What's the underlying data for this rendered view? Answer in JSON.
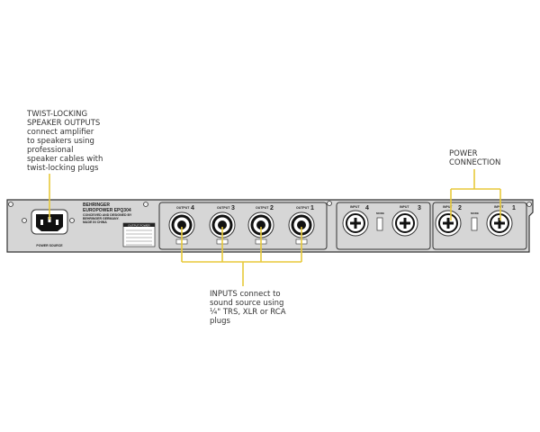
{
  "callouts": {
    "outputs": {
      "lines": [
        "TWIST-LOCKING",
        "SPEAKER OUTPUTS",
        "connect amplifier",
        "to speakers using",
        "professional",
        "speaker cables with",
        "twist-locking plugs"
      ]
    },
    "inputs": {
      "lines": [
        "INPUTS connect to",
        "sound source using",
        "¼\" TRS, XLR or RCA",
        "plugs"
      ]
    },
    "power": {
      "lines": [
        "POWER",
        "CONNECTION"
      ]
    }
  },
  "panel": {
    "brand": "BEHRINGER",
    "model": "EUROPOWER EPQ304",
    "origin_1": "CONCEIVED AND DESIGNED BY",
    "origin_2": "BEHRINGER GERMANY.",
    "origin_3": "MADE IN CHINA",
    "power_label": "POWER SOURCE",
    "output_power_title": "OUTPUT POWER",
    "output_label": "OUTPUT",
    "input_label": "INPUT",
    "mode_label": "MODE",
    "outputs": [
      "4",
      "3",
      "2",
      "1"
    ],
    "inputs": [
      "4",
      "3",
      "2",
      "1"
    ]
  },
  "colors": {
    "leader": "#e8c93a",
    "panel": "#d6d6d6",
    "outline": "#333333",
    "text": "#333333"
  }
}
